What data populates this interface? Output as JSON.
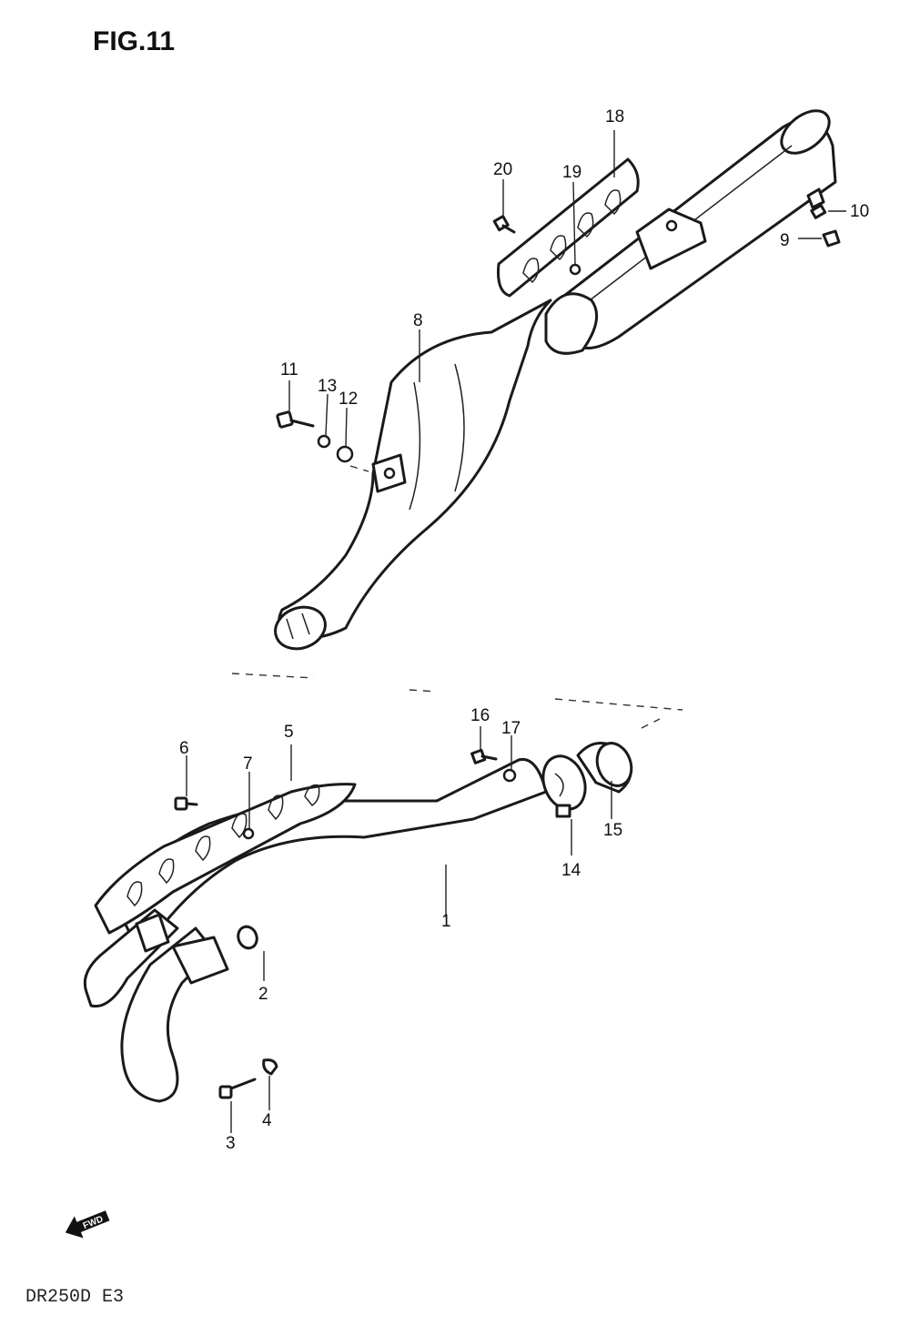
{
  "figure": {
    "title": "FIG.11"
  },
  "footer": {
    "model_code": "DR250D E3"
  },
  "fwd_badge": {
    "text": "FWD"
  },
  "callouts": {
    "c1": "1",
    "c2": "2",
    "c3": "3",
    "c4": "4",
    "c5": "5",
    "c6": "6",
    "c7": "7",
    "c8": "8",
    "c9": "9",
    "c10": "10",
    "c11": "11",
    "c12": "12",
    "c13": "13",
    "c14": "14",
    "c15": "15",
    "c16": "16",
    "c17": "17",
    "c18": "18",
    "c19": "19",
    "c20": "20"
  },
  "parts": [
    {
      "name": "muffler",
      "icon": "muffler-icon"
    },
    {
      "name": "exhaust-pipe",
      "icon": "exhaust-pipe-icon"
    },
    {
      "name": "muffler-heat-shield",
      "icon": "heat-shield-icon"
    },
    {
      "name": "pipe-heat-shield",
      "icon": "heat-shield-icon"
    },
    {
      "name": "clamp",
      "icon": "clamp-icon"
    },
    {
      "name": "connector-sleeve",
      "icon": "sleeve-icon"
    },
    {
      "name": "bolt",
      "icon": "bolt-icon"
    },
    {
      "name": "washer",
      "icon": "washer-icon"
    }
  ]
}
